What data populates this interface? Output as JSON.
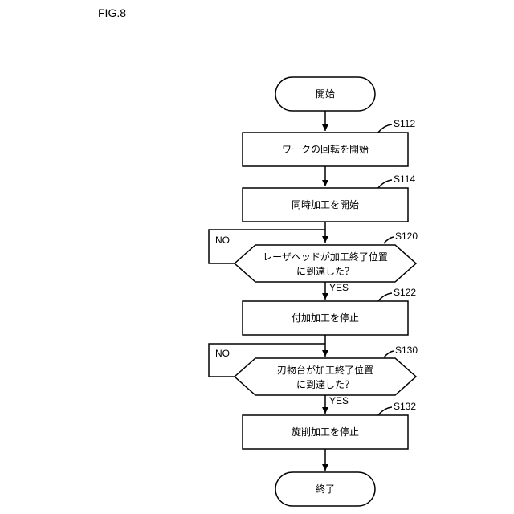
{
  "figure_label": "FIG.8",
  "nodes": {
    "start": {
      "text": "開始"
    },
    "s112": {
      "id": "S112",
      "text": "ワークの回転を開始"
    },
    "s114": {
      "id": "S114",
      "text": "同時加工を開始"
    },
    "s120": {
      "id": "S120",
      "line1": "レーザヘッドが加工終了位置",
      "line2": "に到達した？",
      "yes": "YES",
      "no": "NO"
    },
    "s122": {
      "id": "S122",
      "text": "付加加工を停止"
    },
    "s130": {
      "id": "S130",
      "line1": "刃物台が加工終了位置",
      "line2": "に到達した？",
      "yes": "YES",
      "no": "NO"
    },
    "s132": {
      "id": "S132",
      "text": "旋削加工を停止"
    },
    "end": {
      "text": "終了"
    }
  }
}
